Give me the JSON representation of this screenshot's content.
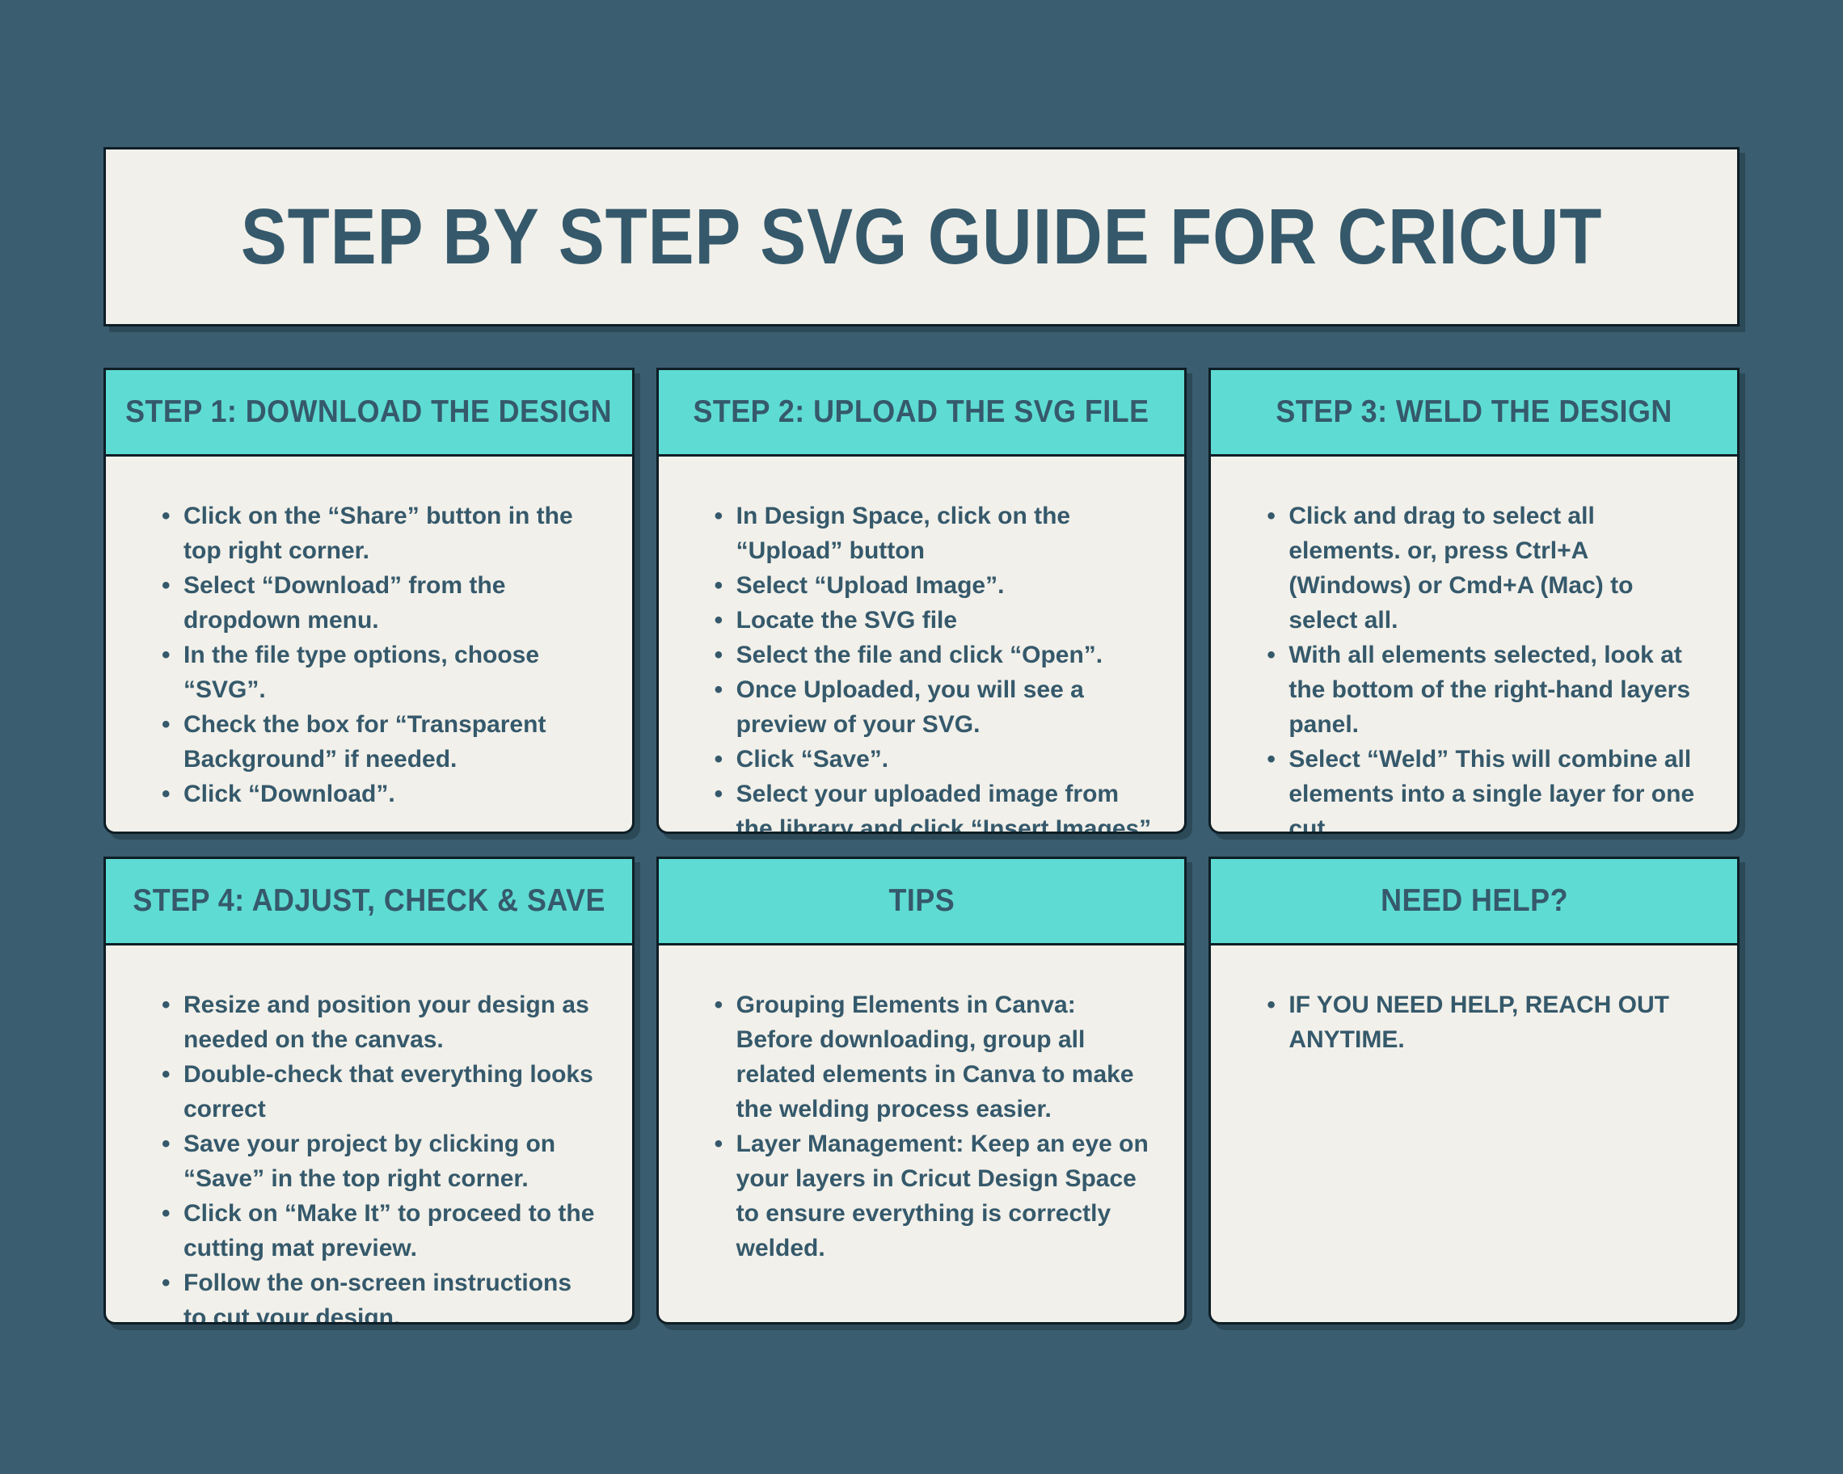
{
  "title": "STEP BY STEP SVG GUIDE FOR CRICUT",
  "colors": {
    "background": "#3a5d6f",
    "teal": "#5edcd3",
    "cream": "#f2f0ea",
    "text": "#35596b",
    "border": "#0e1e26"
  },
  "cards": [
    {
      "header": "STEP 1: DOWNLOAD THE DESIGN",
      "bullets": [
        "Click on the “Share” button in the top right corner.",
        "Select “Download” from the dropdown menu.",
        "In the file type options, choose “SVG”.",
        "Check the box for “Transparent Background” if needed.",
        "Click “Download”."
      ]
    },
    {
      "header": "STEP 2: UPLOAD THE SVG FILE",
      "bullets": [
        "In Design Space, click on the “Upload” button",
        "Select “Upload Image”.",
        "Locate the SVG file",
        "Select the file and click “Open”.",
        "Once Uploaded, you will see a preview of your SVG.",
        "Click “Save”.",
        "Select your uploaded image from the library and click “Insert Images”"
      ]
    },
    {
      "header": "STEP 3: WELD THE DESIGN",
      "bullets": [
        "Click and drag to select all elements. or, press Ctrl+A (Windows) or Cmd+A (Mac) to select all.",
        "With all elements selected, look at the bottom of the right-hand layers panel.",
        "Select “Weld” This will combine all elements into a single layer for one cut."
      ]
    },
    {
      "header": "STEP 4: ADJUST, CHECK & SAVE",
      "bullets": [
        "Resize and position your design as needed on the canvas.",
        "Double-check that everything looks correct",
        "Save your project by clicking on “Save” in the top right corner.",
        "Click on “Make It” to proceed to the cutting mat preview.",
        "Follow the on-screen instructions to cut your design."
      ]
    },
    {
      "header": "TIPS",
      "bullets": [
        "Grouping Elements in Canva: Before downloading, group all related elements in Canva to make the welding process easier.",
        "Layer Management: Keep an eye on your layers in Cricut Design Space to ensure everything is correctly welded."
      ]
    },
    {
      "header": "NEED HELP?",
      "bullets": [
        "IF YOU NEED HELP, REACH OUT ANYTIME."
      ]
    }
  ]
}
